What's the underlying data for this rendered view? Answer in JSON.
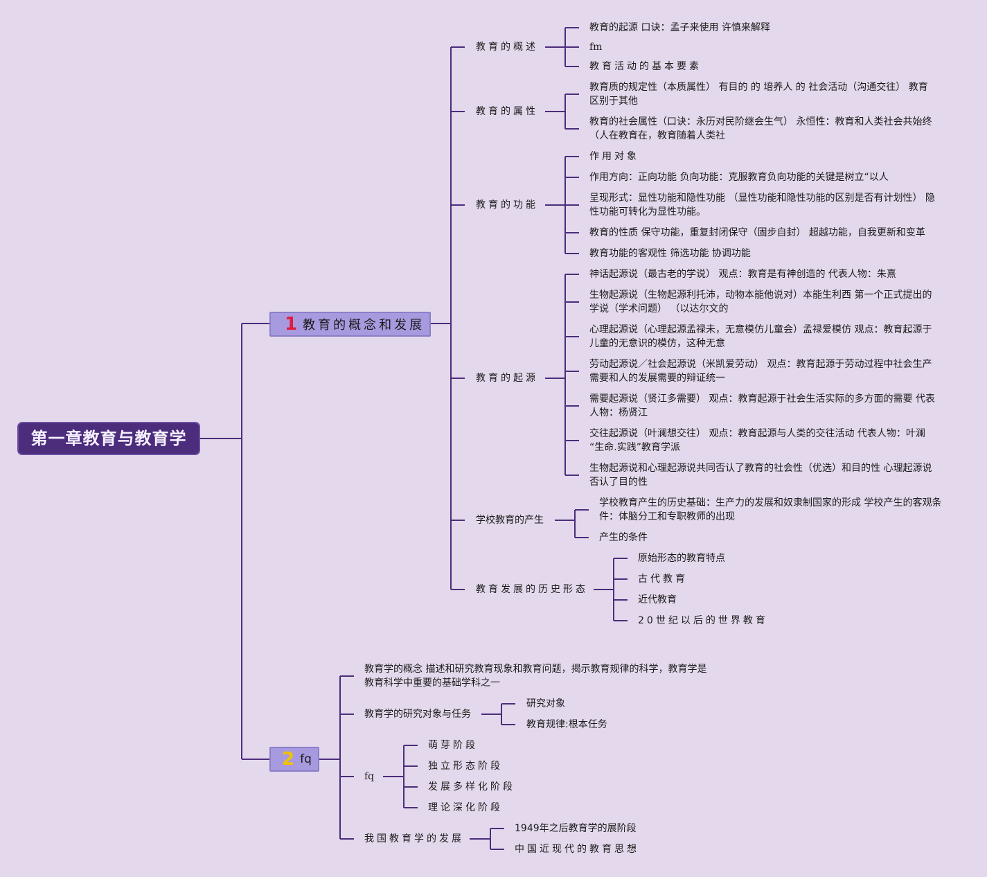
{
  "root": "第一章教育与教育学",
  "branch1": {
    "number": "1",
    "number_color": "#e01b3c",
    "title": "教育的概念和发展",
    "overview": {
      "label": "教育的概述",
      "items": [
        "教育的起源 口诀：孟子来使用 许慎来解释",
        "fm",
        "教育活动的基本要素"
      ]
    },
    "attributes": {
      "label": "教育的属性",
      "items": [
        "教育质的规定性（本质属性） 有目的 的 培养人 的 社会活动（沟通交往） 教育区别于其他",
        "教育的社会属性（口诀：永历对民阶继会生气） 永恒性：教育和人类社会共始终（人在教育在，教育随着人类社"
      ]
    },
    "functions": {
      "label": "教育的功能",
      "items": [
        "作用对象",
        "作用方向：正向功能 负向功能：克服教育负向功能的关键是树立“以人",
        "呈现形式：显性功能和隐性功能 （显性功能和隐性功能的区别是否有计划性） 隐性功能可转化为显性功能。",
        "教育的性质 保守功能，重复封闭保守（固步自封） 超越功能，自我更新和变革",
        "教育功能的客观性 筛选功能 协调功能"
      ]
    },
    "origin": {
      "label": "教育的起源",
      "items": [
        "神话起源说（最古老的学说） 观点：教育是有神创造的 代表人物：朱熹",
        "生物起源说（生物起源利托沛，动物本能他说对）本能生利西 第一个正式提出的学说（学术问题） （以达尔文的",
        "心理起源说（心理起源孟禄未，无意模仿儿童会）孟禄爱模仿 观点：教育起源于儿童的无意识的模仿，这种无意",
        "劳动起源说／社会起源说（米凯爱劳动） 观点：教育起源于劳动过程中社会生产需要和人的发展需要的辩证统一",
        "需要起源说（贤江多需要） 观点：教育起源于社会生活实际的多方面的需要 代表人物：杨贤江",
        "交往起源说（叶澜想交往） 观点：教育起源与人类的交往活动 代表人物：叶澜 “生命.实践”教育学派",
        "生物起源说和心理起源说共同否认了教育的社会性（优选）和目的性 心理起源说否认了目的性"
      ]
    },
    "school": {
      "label": "学校教育的产生",
      "items": [
        "学校教育产生的历史基础：生产力的发展和奴隶制国家的形成 学校产生的客观条件：体脑分工和专职教师的出现",
        "产生的条件"
      ]
    },
    "history": {
      "label": "教育发展的历史形态",
      "items": [
        "原始形态的教育特点",
        "古代教育",
        "近代教育",
        "20世纪以后的世界教育"
      ]
    }
  },
  "branch2": {
    "number": "2",
    "number_color": "#f2c200",
    "title": "fq",
    "concept": "教育学的概念 描述和研究教育现象和教育问题，揭示教育规律的科学，教育学是教育科学中重要的基础学科之一",
    "research": {
      "label": "教育学的研究对象与任务",
      "items": [
        "研究对象",
        "教育规律:根本任务"
      ]
    },
    "fq": {
      "label": "fq",
      "items": [
        "萌芽阶段",
        "独立形态阶段",
        "发展多样化阶段",
        "理论深化阶段"
      ]
    },
    "china": {
      "label": "我国教育学的发展",
      "items": [
        "1949年之后教育学的展阶段",
        "中国近现代的教育思想"
      ]
    }
  },
  "colors": {
    "background": "#e4d9ec",
    "line": "#4b2d7c",
    "root_fill": "#4b2d7c",
    "box_fill": "#a79ade"
  }
}
